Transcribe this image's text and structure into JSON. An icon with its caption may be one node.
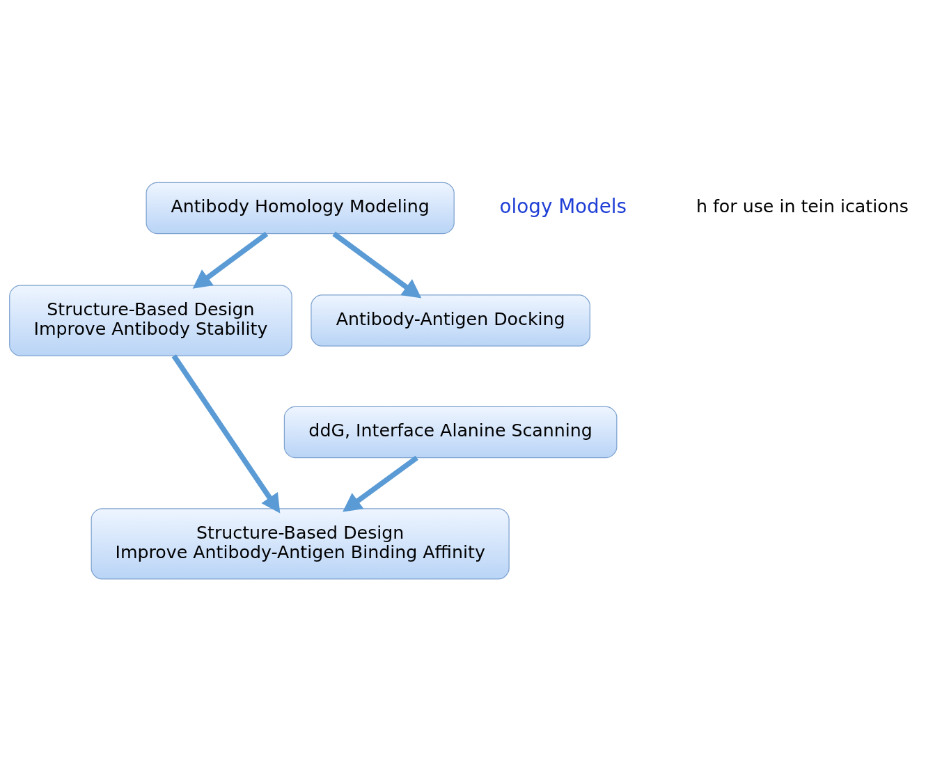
{
  "diagram": {
    "nodes": [
      {
        "text": [
          "Antibody Homology Modeling"
        ]
      },
      {
        "text": [
          "Structure-Based Design",
          "Improve Antibody Stability"
        ]
      },
      {
        "text": [
          "Antibody-Antigen Docking"
        ]
      },
      {
        "text": [
          "ddG, Interface Alanine Scanning"
        ]
      },
      {
        "text": [
          "Structure-Based Design",
          "Improve Antibody-Antigen Binding Affinity"
        ]
      }
    ],
    "edges": [
      {
        "from": 0,
        "to": 1,
        "arrow": "to"
      },
      {
        "from": 0,
        "to": 2,
        "arrow": "to"
      },
      {
        "from": 1,
        "to": 4,
        "arrow": "to"
      },
      {
        "from": 3,
        "to": 4,
        "arrow": "to"
      }
    ],
    "labels": [
      "ology Models",
      "h for use in tein ications"
    ]
  }
}
